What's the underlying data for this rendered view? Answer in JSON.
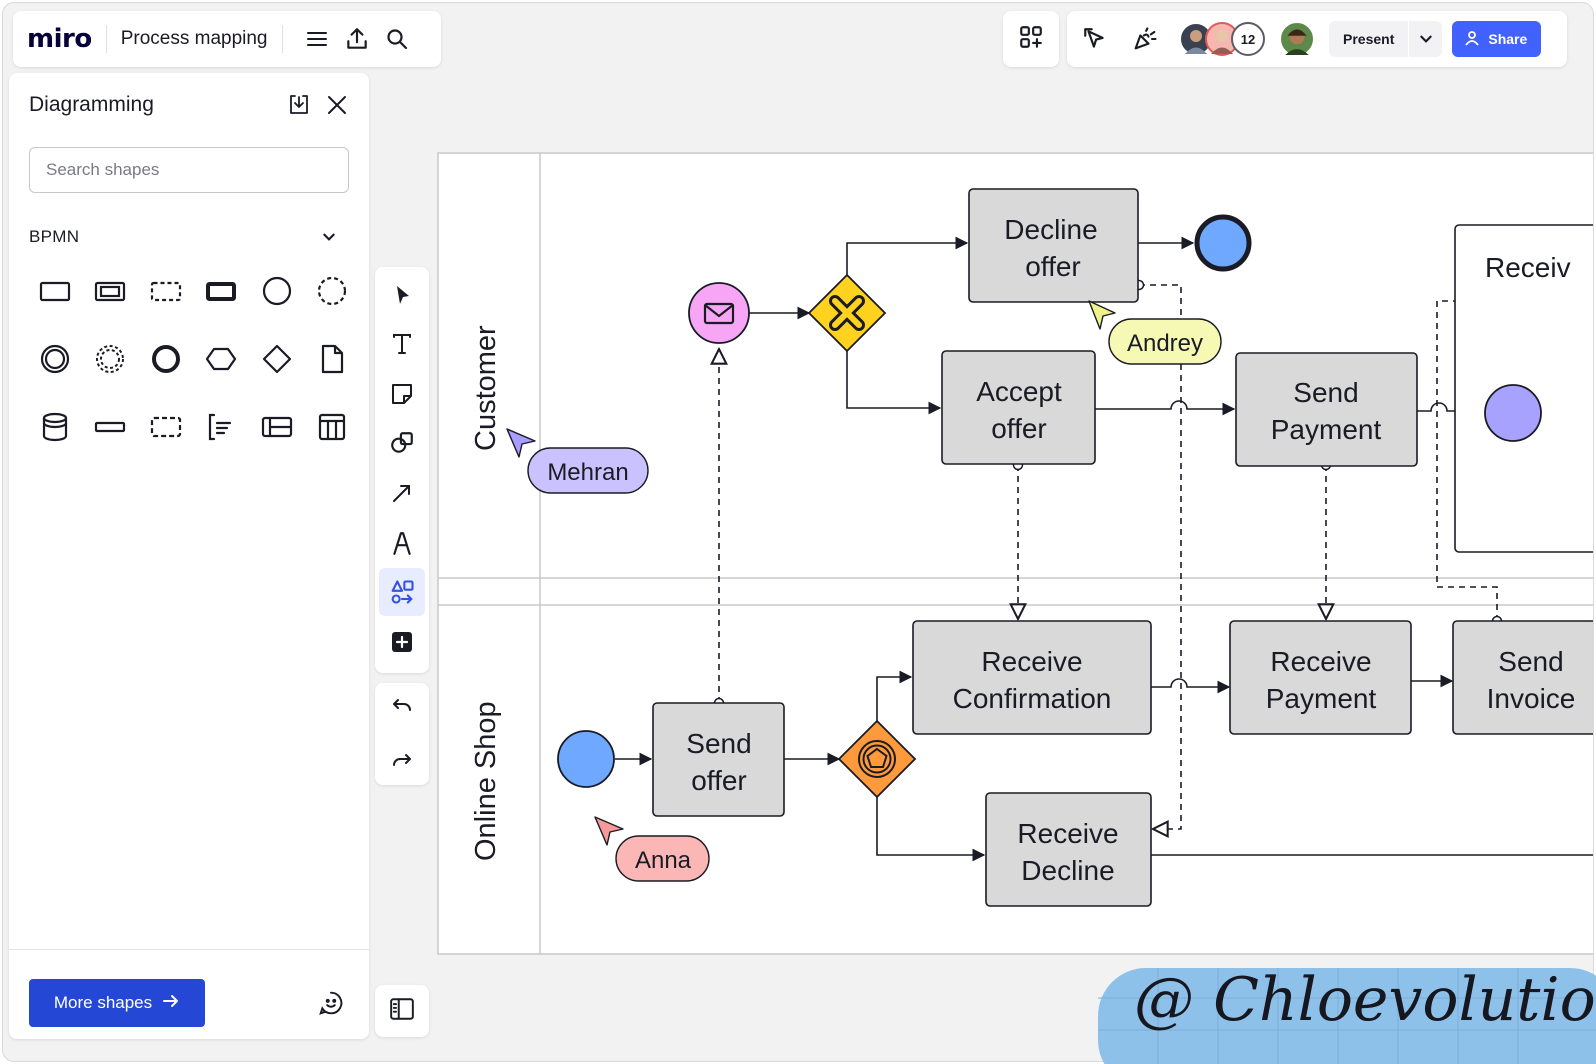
{
  "app": {
    "logo": "miro",
    "board_title": "Process mapping"
  },
  "topbar": {
    "menu_icon": "hamburger-menu-icon",
    "upload_icon": "export-upload-icon",
    "search_icon": "search-icon",
    "apps_icon": "apps-grid-icon",
    "reactions_icon": "cursor-select-icon",
    "celebrate_icon": "party-popper-icon",
    "collaborator_count": "12",
    "present_label": "Present",
    "share_label": "Share"
  },
  "panel": {
    "title": "Diagramming",
    "search_placeholder": "Search shapes",
    "section_label": "BPMN",
    "more_shapes_label": "More shapes",
    "shapes": [
      "task-icon",
      "subprocess-icon",
      "event-subprocess-icon",
      "call-activity-icon",
      "start-event-icon",
      "non-interrupting-start-icon",
      "intermediate-event-icon",
      "intermediate-non-interrupting-icon",
      "end-event-icon",
      "conversation-icon",
      "gateway-icon",
      "data-object-icon",
      "data-store-icon",
      "collapsed-pool-icon",
      "group-icon",
      "text-annotation-icon",
      "pool-icon",
      "lane-icon"
    ]
  },
  "toolbar": {
    "tools": [
      "select-icon",
      "text-icon",
      "sticky-note-icon",
      "shapes-icon",
      "connector-icon",
      "pen-icon",
      "diagramming-icon",
      "add-more-icon"
    ],
    "undo_icon": "undo-icon",
    "redo_icon": "redo-icon",
    "sidebar_icon": "sidebar-toggle-icon"
  },
  "diagram": {
    "lanes": [
      "Customer",
      "Online Shop"
    ],
    "tasks": {
      "decline_offer": [
        "Decline",
        "offer"
      ],
      "accept_offer": [
        "Accept",
        "offer"
      ],
      "send_payment": [
        "Send",
        "Payment"
      ],
      "receive_confirmation": [
        "Receive",
        "Confirmation"
      ],
      "receive_payment": [
        "Receive",
        "Payment"
      ],
      "send_invoice": [
        "Send",
        "Invoice"
      ],
      "send_offer": [
        "Send",
        "offer"
      ],
      "receive_decline": [
        "Receive",
        "Decline"
      ],
      "subprocess_label": "Receiv"
    },
    "cursors": [
      {
        "name": "Mehran",
        "color": "#c9c2ff",
        "arrow": "#a99dff"
      },
      {
        "name": "Andrey",
        "color": "#f6f9b4",
        "arrow": "#eef28a"
      },
      {
        "name": "Anna",
        "color": "#fbb7b5",
        "arrow": "#f59a99"
      }
    ],
    "colors": {
      "task_fill": "#d9d9d9",
      "start_event": "#6fa8ff",
      "message_event": "#f7a6f6",
      "exclusive_gateway": "#ffd21f",
      "event_gateway": "#ff9a3c",
      "intermediate_event": "#a8a2ff"
    }
  },
  "watermark": "@ Chloevolution"
}
